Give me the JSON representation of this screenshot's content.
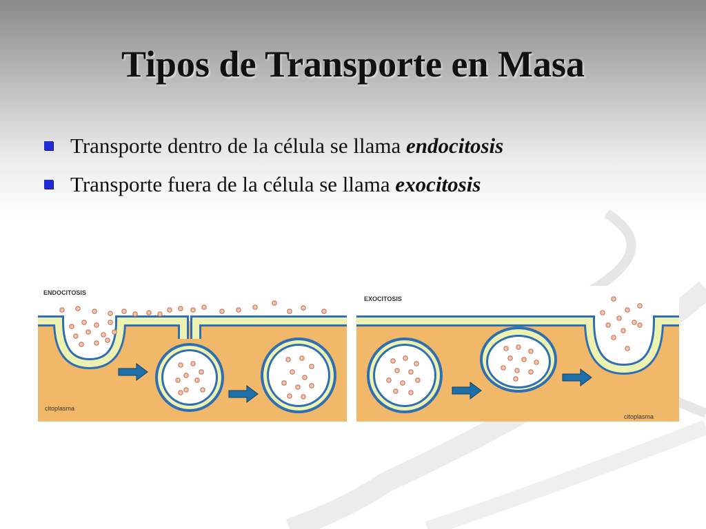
{
  "slide": {
    "title": "Tipos de Transporte en Masa",
    "bullets": [
      {
        "text": "Transporte dentro de la célula se llama ",
        "emphasis": "endocitosis"
      },
      {
        "text": "Transporte fuera de la célula se llama ",
        "emphasis": "exocitosis"
      }
    ],
    "bullet_color": "#1f2bd6"
  },
  "endocytosis_panel": {
    "label": "ENDOCITOSIS",
    "region_label": "citoplasma"
  },
  "exocytosis_panel": {
    "label": "EXOCITOSIS",
    "region_label": "citoplasma"
  },
  "colors": {
    "cytoplasm": "#f2b86a",
    "membrane_outer": "#2e6fb3",
    "membrane_inner": "#eef2b0",
    "extracellular": "#ffffff",
    "particle_fill": "#f4c7a8",
    "particle_stroke": "#c0715a",
    "arrow": "#1d6fa8"
  },
  "icons": {
    "bullet": "square-bullet-icon",
    "arrow": "right-arrow-icon"
  }
}
